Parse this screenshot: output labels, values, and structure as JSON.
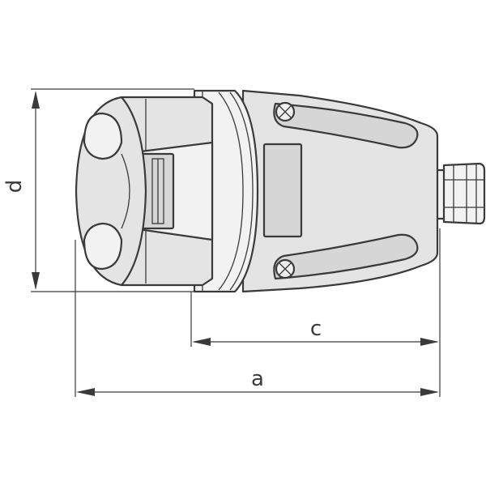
{
  "dimensions": {
    "d": "d",
    "c": "c",
    "a": "a"
  },
  "colors": {
    "line": "#3a3a3a",
    "body_fill": "#e4e4e4",
    "shade_fill": "#d6d6d6",
    "background": "#ffffff"
  }
}
